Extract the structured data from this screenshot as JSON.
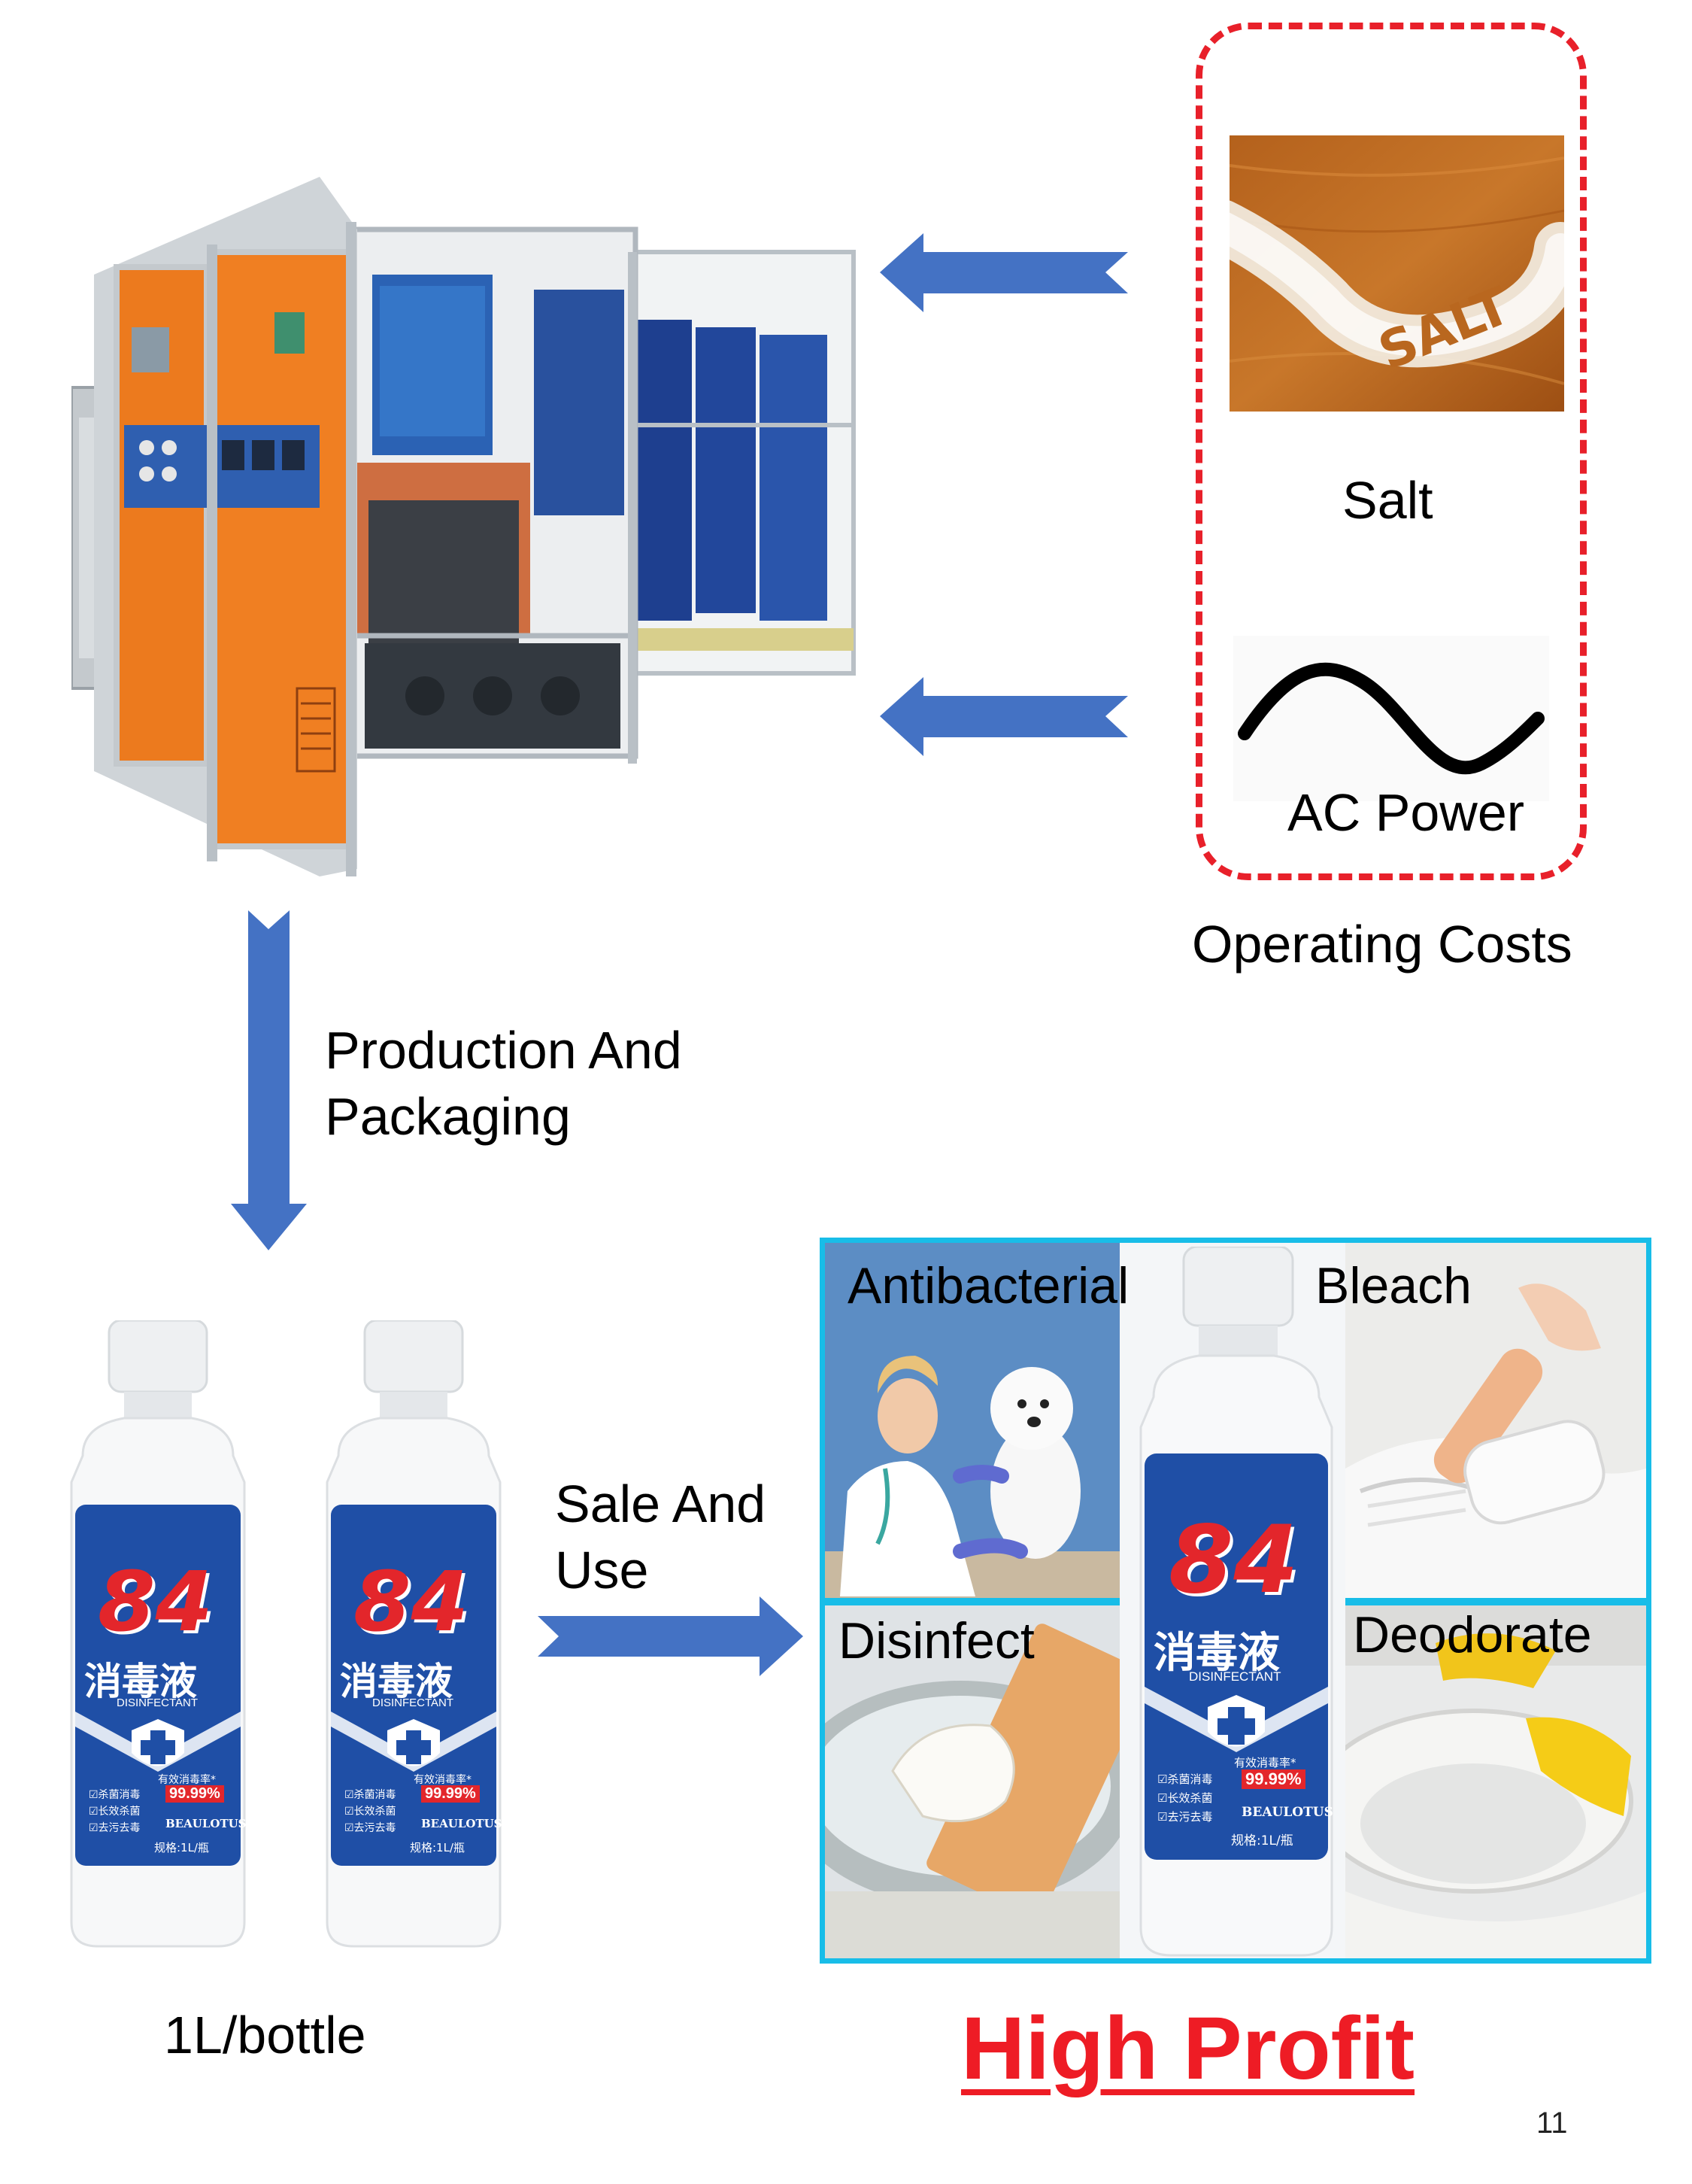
{
  "costs": {
    "salt_label": "Salt",
    "salt_photo_text": "SALT",
    "power_label": "AC Power",
    "caption": "Operating Costs"
  },
  "flow": {
    "production_line1": "Production And",
    "production_line2": "Packaging",
    "sale_line1": "Sale And",
    "sale_line2": "Use"
  },
  "bottles": {
    "size_label": "1L/bottle"
  },
  "uses": {
    "antibacterial": "Antibacterial",
    "bleach": "Bleach",
    "disinfect": "Disinfect",
    "deodorate": "Deodorate"
  },
  "product_label": {
    "number": "84",
    "chinese_name": "消毒液",
    "english_name": "DISINFECTANT",
    "efficacy_title": "有效消毒率*",
    "efficacy_rate": "99.99%",
    "feature_1": "☑杀菌消毒",
    "feature_2": "☑长效杀菌",
    "feature_3": "☑去污去毒",
    "brand": "BEAULOTUS",
    "spec": "规格:1L/瓶"
  },
  "conclusion": {
    "headline": "High Profit"
  },
  "page": {
    "number": "11"
  },
  "colors": {
    "arrow_blue": "#4472c4",
    "cost_border": "#e8202a",
    "panel_border": "#18bde8",
    "headline_red": "#ee1c25"
  }
}
